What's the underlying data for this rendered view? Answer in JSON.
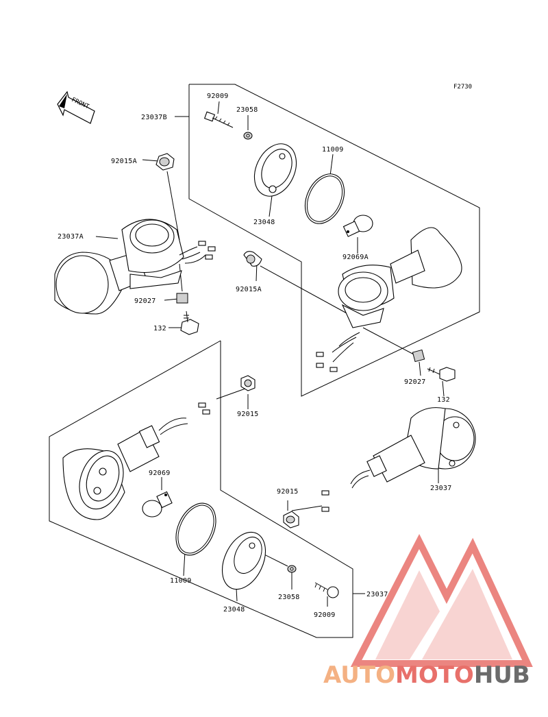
{
  "figure_code": "F2730",
  "front_arrow_label": "FRONT",
  "labels": {
    "l_23037B": "23037B",
    "l_92009_top": "92009",
    "l_23058_top": "23058",
    "l_11009_top": "11009",
    "l_92015A_left": "92015A",
    "l_23048_top": "23048",
    "l_92069A": "92069A",
    "l_23037A": "23037A",
    "l_92015A_mid": "92015A",
    "l_92027_left": "92027",
    "l_132_left": "132",
    "l_92027_right": "92027",
    "l_132_right": "132",
    "l_92015_mid": "92015",
    "l_92069": "92069",
    "l_23037_right": "23037",
    "l_92015_low": "92015",
    "l_11009_low": "11009",
    "l_23048_low": "23048",
    "l_23058_low": "23058",
    "l_92009_low": "92009",
    "l_23037_low": "23037"
  },
  "watermark": {
    "part1": "AUTO",
    "part2": "MOTO",
    "part3": "HUB"
  },
  "colors": {
    "watermark_orange": "#f4b183",
    "watermark_red": "#e8706a",
    "watermark_gray": "#6b6b6b",
    "line": "#000000"
  }
}
